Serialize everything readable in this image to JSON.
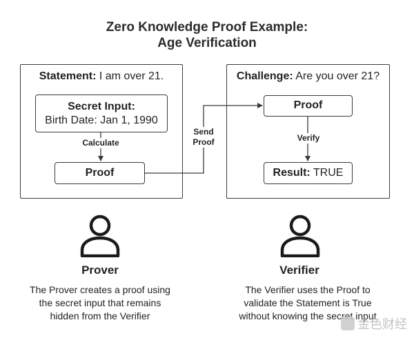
{
  "title": {
    "line1": "Zero Knowledge Proof Example:",
    "line2": "Age Verification"
  },
  "prover_panel": {
    "header_bold": "Statement:",
    "header_text": " I am over 21.",
    "secret_title": "Secret Input:",
    "secret_value": "Birth Date: Jan 1, 1990",
    "calculate_label": "Calculate",
    "proof_label": "Proof"
  },
  "send_label": {
    "line1": "Send",
    "line2": "Proof"
  },
  "verifier_panel": {
    "header_bold": "Challenge:",
    "header_text": " Are you over 21?",
    "proof_label": "Proof",
    "verify_label": "Verify",
    "result_bold": "Result:",
    "result_value": " TRUE"
  },
  "prover": {
    "name": "Prover",
    "icon": "person-icon",
    "desc_line1": "The Prover creates a proof using",
    "desc_line2": "the secret input that remains",
    "desc_line3": "hidden from the Verifier"
  },
  "verifier": {
    "name": "Verifier",
    "icon": "person-icon",
    "desc_line1": "The Verifier uses the Proof to",
    "desc_line2": "validate the Statement is True",
    "desc_line3": "without knowing the secret input"
  },
  "watermark": {
    "text": "金色财经"
  }
}
